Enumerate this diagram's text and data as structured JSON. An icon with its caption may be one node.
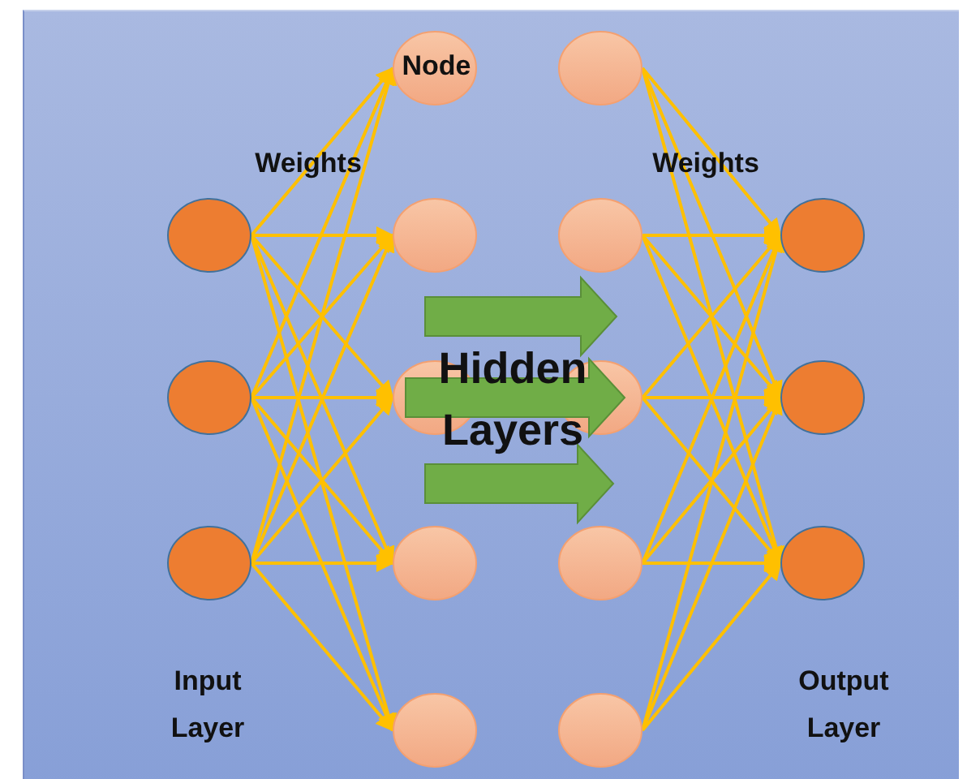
{
  "diagram": {
    "nodes": [
      {
        "text": [],
        "shape": "circle"
      },
      {
        "text": [],
        "shape": "circle"
      },
      {
        "text": [],
        "shape": "circle"
      },
      {
        "text": [
          "Node"
        ]
      },
      {
        "text": [],
        "shape": "circle"
      },
      {
        "text": [],
        "shape": "circle"
      },
      {
        "text": [],
        "shape": "circle"
      },
      {
        "text": [],
        "shape": "circle"
      },
      {
        "text": [],
        "shape": "circle"
      },
      {
        "text": [],
        "shape": "circle"
      },
      {
        "text": [],
        "shape": "circle"
      },
      {
        "text": [],
        "shape": "circle"
      },
      {
        "text": [],
        "shape": "circle"
      },
      {
        "text": [],
        "shape": "circle"
      },
      {
        "text": [],
        "shape": "circle"
      },
      {
        "text": [],
        "shape": "circle"
      }
    ],
    "edges": [
      {
        "from": 0,
        "to": 3,
        "arrow": "to"
      },
      {
        "from": 0,
        "to": 4,
        "arrow": "to"
      },
      {
        "from": 0,
        "to": 5,
        "arrow": "to"
      },
      {
        "from": 0,
        "to": 6,
        "arrow": "to"
      },
      {
        "from": 0,
        "to": 7,
        "arrow": "to"
      },
      {
        "from": 1,
        "to": 3,
        "arrow": "to"
      },
      {
        "from": 1,
        "to": 4,
        "arrow": "to"
      },
      {
        "from": 1,
        "to": 5,
        "arrow": "to"
      },
      {
        "from": 1,
        "to": 6,
        "arrow": "to"
      },
      {
        "from": 1,
        "to": 7,
        "arrow": "to"
      },
      {
        "from": 2,
        "to": 3,
        "arrow": "to"
      },
      {
        "from": 2,
        "to": 4,
        "arrow": "to"
      },
      {
        "from": 2,
        "to": 5,
        "arrow": "to"
      },
      {
        "from": 2,
        "to": 6,
        "arrow": "to"
      },
      {
        "from": 2,
        "to": 7,
        "arrow": "to"
      },
      {
        "from": 8,
        "to": 13,
        "arrow": "to"
      },
      {
        "from": 8,
        "to": 14,
        "arrow": "to"
      },
      {
        "from": 8,
        "to": 15,
        "arrow": "to"
      },
      {
        "from": 9,
        "to": 13,
        "arrow": "to"
      },
      {
        "from": 9,
        "to": 14,
        "arrow": "to"
      },
      {
        "from": 9,
        "to": 15,
        "arrow": "to"
      },
      {
        "from": 10,
        "to": 13,
        "arrow": "to"
      },
      {
        "from": 10,
        "to": 14,
        "arrow": "to"
      },
      {
        "from": 10,
        "to": 15,
        "arrow": "to"
      },
      {
        "from": 11,
        "to": 13,
        "arrow": "to"
      },
      {
        "from": 11,
        "to": 14,
        "arrow": "to"
      },
      {
        "from": 11,
        "to": 15,
        "arrow": "to"
      },
      {
        "from": 12,
        "to": 13,
        "arrow": "to"
      },
      {
        "from": 12,
        "to": 14,
        "arrow": "to"
      },
      {
        "from": 12,
        "to": 15,
        "arrow": "to"
      },
      {
        "from": 4,
        "to": 9,
        "arrow": "to",
        "style": "thick",
        "color": "#70ad47"
      },
      {
        "from": 5,
        "to": 10,
        "arrow": "to",
        "style": "thick",
        "color": "#70ad47"
      },
      {
        "from": 6,
        "to": 11,
        "arrow": "to",
        "style": "thick",
        "color": "#70ad47"
      }
    ],
    "labels": [
      "Weights",
      "Weights",
      "Hidden Layers",
      "Input Layer",
      "Output Layer"
    ]
  }
}
